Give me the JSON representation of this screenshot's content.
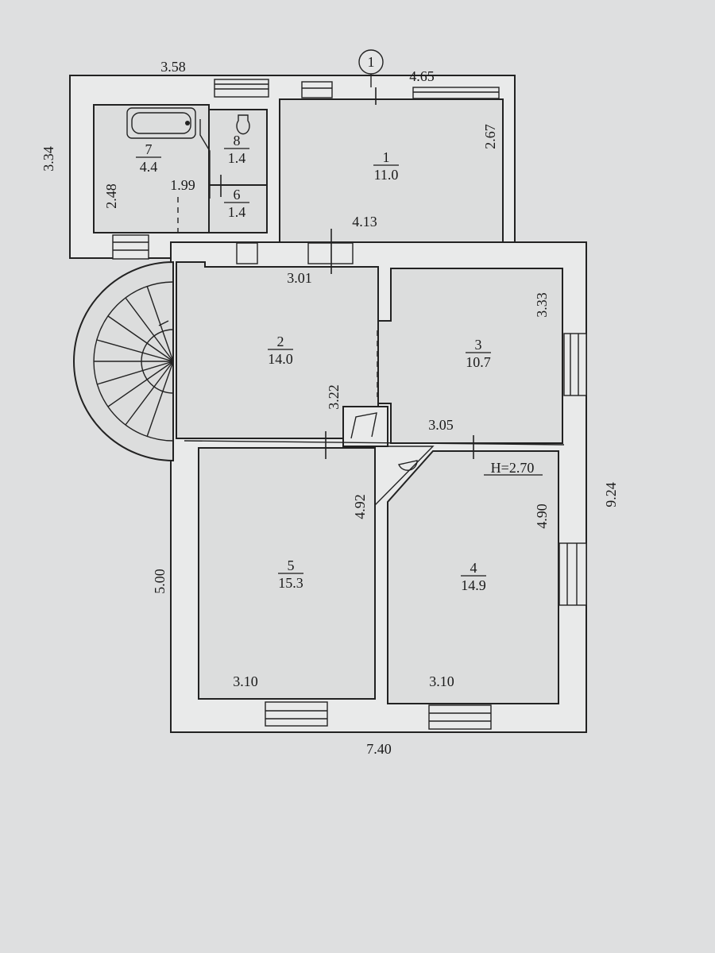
{
  "axis_marker": "1",
  "height_note": "H=2.70",
  "rooms": [
    {
      "num": "1",
      "area": "11.0"
    },
    {
      "num": "2",
      "area": "14.0"
    },
    {
      "num": "3",
      "area": "10.7"
    },
    {
      "num": "4",
      "area": "14.9"
    },
    {
      "num": "5",
      "area": "15.3"
    },
    {
      "num": "6",
      "area": "1.4"
    },
    {
      "num": "7",
      "area": "4.4"
    },
    {
      "num": "8",
      "area": "1.4"
    }
  ],
  "dimensions": {
    "top_left_width": "3.58",
    "top_right_width": "4.65",
    "left_annex_height": "3.34",
    "bath_height": "2.48",
    "bath_width": "1.99",
    "room1_height": "2.67",
    "room1_width": "4.13",
    "room2_width": "3.01",
    "room2_height": "3.22",
    "room3_height": "3.33",
    "room3_width": "3.05",
    "overall_height": "9.24",
    "room4_height": "4.90",
    "room5_inner_height": "4.92",
    "left_height": "5.00",
    "room5_width": "3.10",
    "room4_width": "3.10",
    "overall_width": "7.40"
  }
}
